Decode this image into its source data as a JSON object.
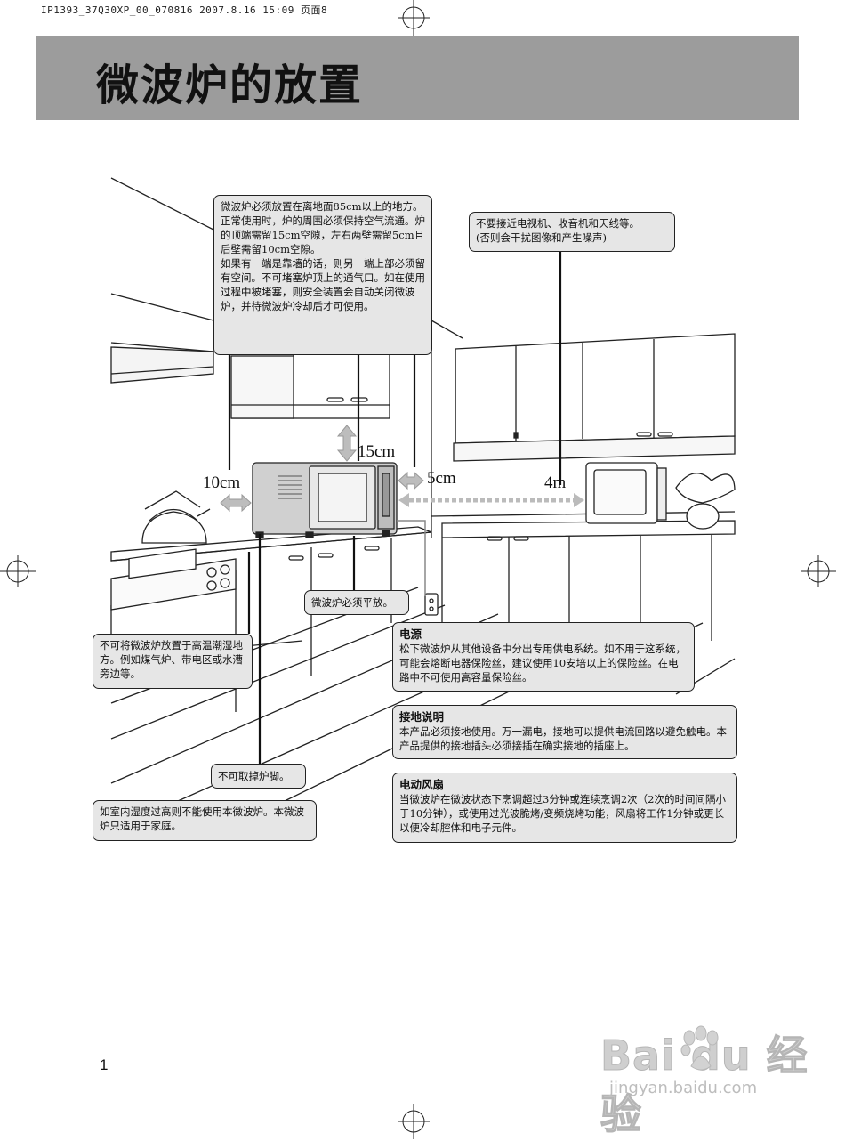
{
  "print_meta": "IP1393_37Q30XP_00_070816  2007.8.16 15:09  页面8",
  "title": "微波炉的放置",
  "dimensions": {
    "top": "15cm",
    "side": "10cm",
    "right": "5cm",
    "tv": "4m"
  },
  "notes": {
    "clearance": "微波炉必须放置在离地面85cm以上的地方。正常使用时，炉的周围必须保持空气流通。炉的顶端需留15cm空隙，左右两壁需留5cm且后壁需留10cm空隙。\n如果有一端是靠墙的话，则另一端上部必须留有空间。不可堵塞炉顶上的通气口。如在使用过程中被堵塞，则安全装置会自动关闭微波炉，并待微波炉冷却后才可使用。",
    "tv_line1": "不要接近电视机、收音机和天线等。",
    "tv_line2": "(否则会干扰图像和产生噪声)",
    "level": "微波炉必须平放。",
    "heat": "不可将微波炉放置于高温潮湿地方。例如煤气炉、带电区或水漕旁边等。",
    "feet": "不可取掉炉脚。",
    "humidity": "如室内湿度过高则不能使用本微波炉。本微波炉只适用于家庭。",
    "power_title": "电源",
    "power_body": "松下微波炉从其他设备中分出专用供电系统。如不用于这系统，可能会熔断电器保险丝，建议使用10安培以上的保险丝。在电路中不可使用高容量保险丝。",
    "ground_title": "接地说明",
    "ground_body": "本产品必须接地使用。万一漏电，接地可以提供电流回路以避免触电。本产品提供的接地插头必须接插在确实接地的插座上。",
    "fan_title": "电动风扇",
    "fan_body": "当微波炉在微波状态下烹调超过3分钟或连续烹调2次（2次的时间间隔小于10分钟），或使用过光波脆烤/变频烧烤功能，风扇将工作1分钟或更长以便冷却腔体和电子元件。"
  },
  "page_number": "1",
  "watermark": {
    "brand": "Bai du 经验",
    "url": "jingyan.baidu.com"
  }
}
